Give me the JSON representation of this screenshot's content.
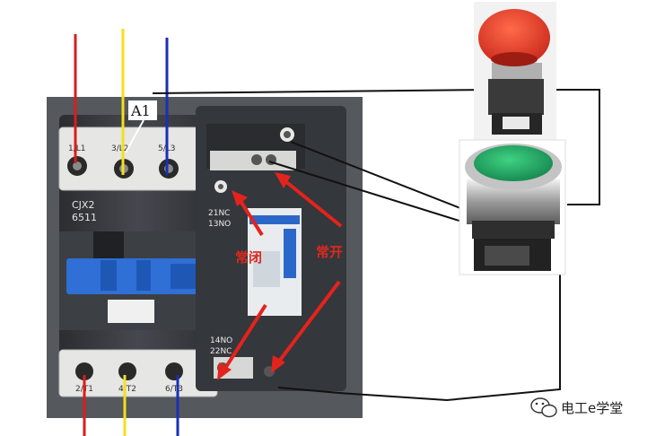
{
  "labels": {
    "coil_terminal": "A1",
    "normally_closed": "常闭",
    "normally_open": "常开",
    "model_line1": "CJX2",
    "model_line2": "6511",
    "aux_nc_top": "21NC",
    "aux_nc_bottom": "13NO",
    "aux_no_top": "14NO",
    "aux_no_bottom": "22NC",
    "term_l1": "1/L1",
    "term_l2": "3/L2",
    "term_l3": "5/L3",
    "term_t1": "2/T1",
    "term_t2": "4/T2",
    "term_t3": "6/T3"
  },
  "watermark": "电工e学堂",
  "colors": {
    "phase_l1": "#d81e1e",
    "phase_l2": "#f2e01c",
    "phase_l3": "#1a2fb8",
    "arrow": "#e4231c",
    "wire": "#111111",
    "stop_button": "#e23a22",
    "start_button": "#1f9a55",
    "contactor_body": "#3a3d42",
    "terminal_block": "#e6e6e4",
    "armature": "#2f6fd6"
  },
  "icons": {
    "watermark_logo": "wechat-icon"
  }
}
